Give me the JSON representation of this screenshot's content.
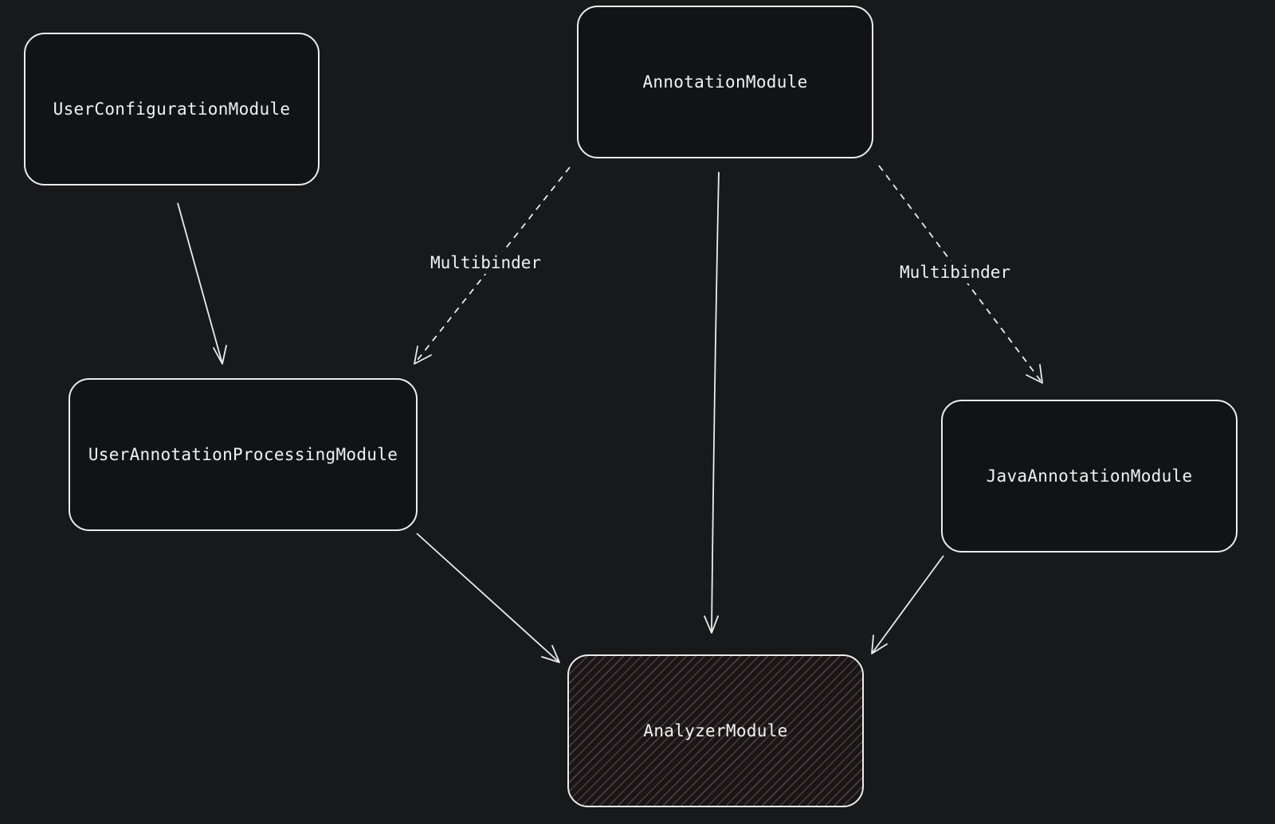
{
  "diagram": {
    "nodes": {
      "user_configuration": "UserConfigurationModule",
      "annotation": "AnnotationModule",
      "user_annotation_processing": "UserAnnotationProcessingModule",
      "java_annotation": "JavaAnnotationModule",
      "analyzer": "AnalyzerModule"
    },
    "edge_labels": {
      "annotation_to_user_processing": "Multibinder",
      "annotation_to_java": "Multibinder"
    },
    "edges": [
      {
        "from": "UserConfigurationModule",
        "to": "UserAnnotationProcessingModule",
        "style": "solid"
      },
      {
        "from": "AnnotationModule",
        "to": "UserAnnotationProcessingModule",
        "style": "dashed",
        "label": "Multibinder"
      },
      {
        "from": "AnnotationModule",
        "to": "JavaAnnotationModule",
        "style": "dashed",
        "label": "Multibinder"
      },
      {
        "from": "AnnotationModule",
        "to": "AnalyzerModule",
        "style": "solid"
      },
      {
        "from": "UserAnnotationProcessingModule",
        "to": "AnalyzerModule",
        "style": "solid"
      },
      {
        "from": "JavaAnnotationModule",
        "to": "AnalyzerModule",
        "style": "solid"
      }
    ]
  }
}
